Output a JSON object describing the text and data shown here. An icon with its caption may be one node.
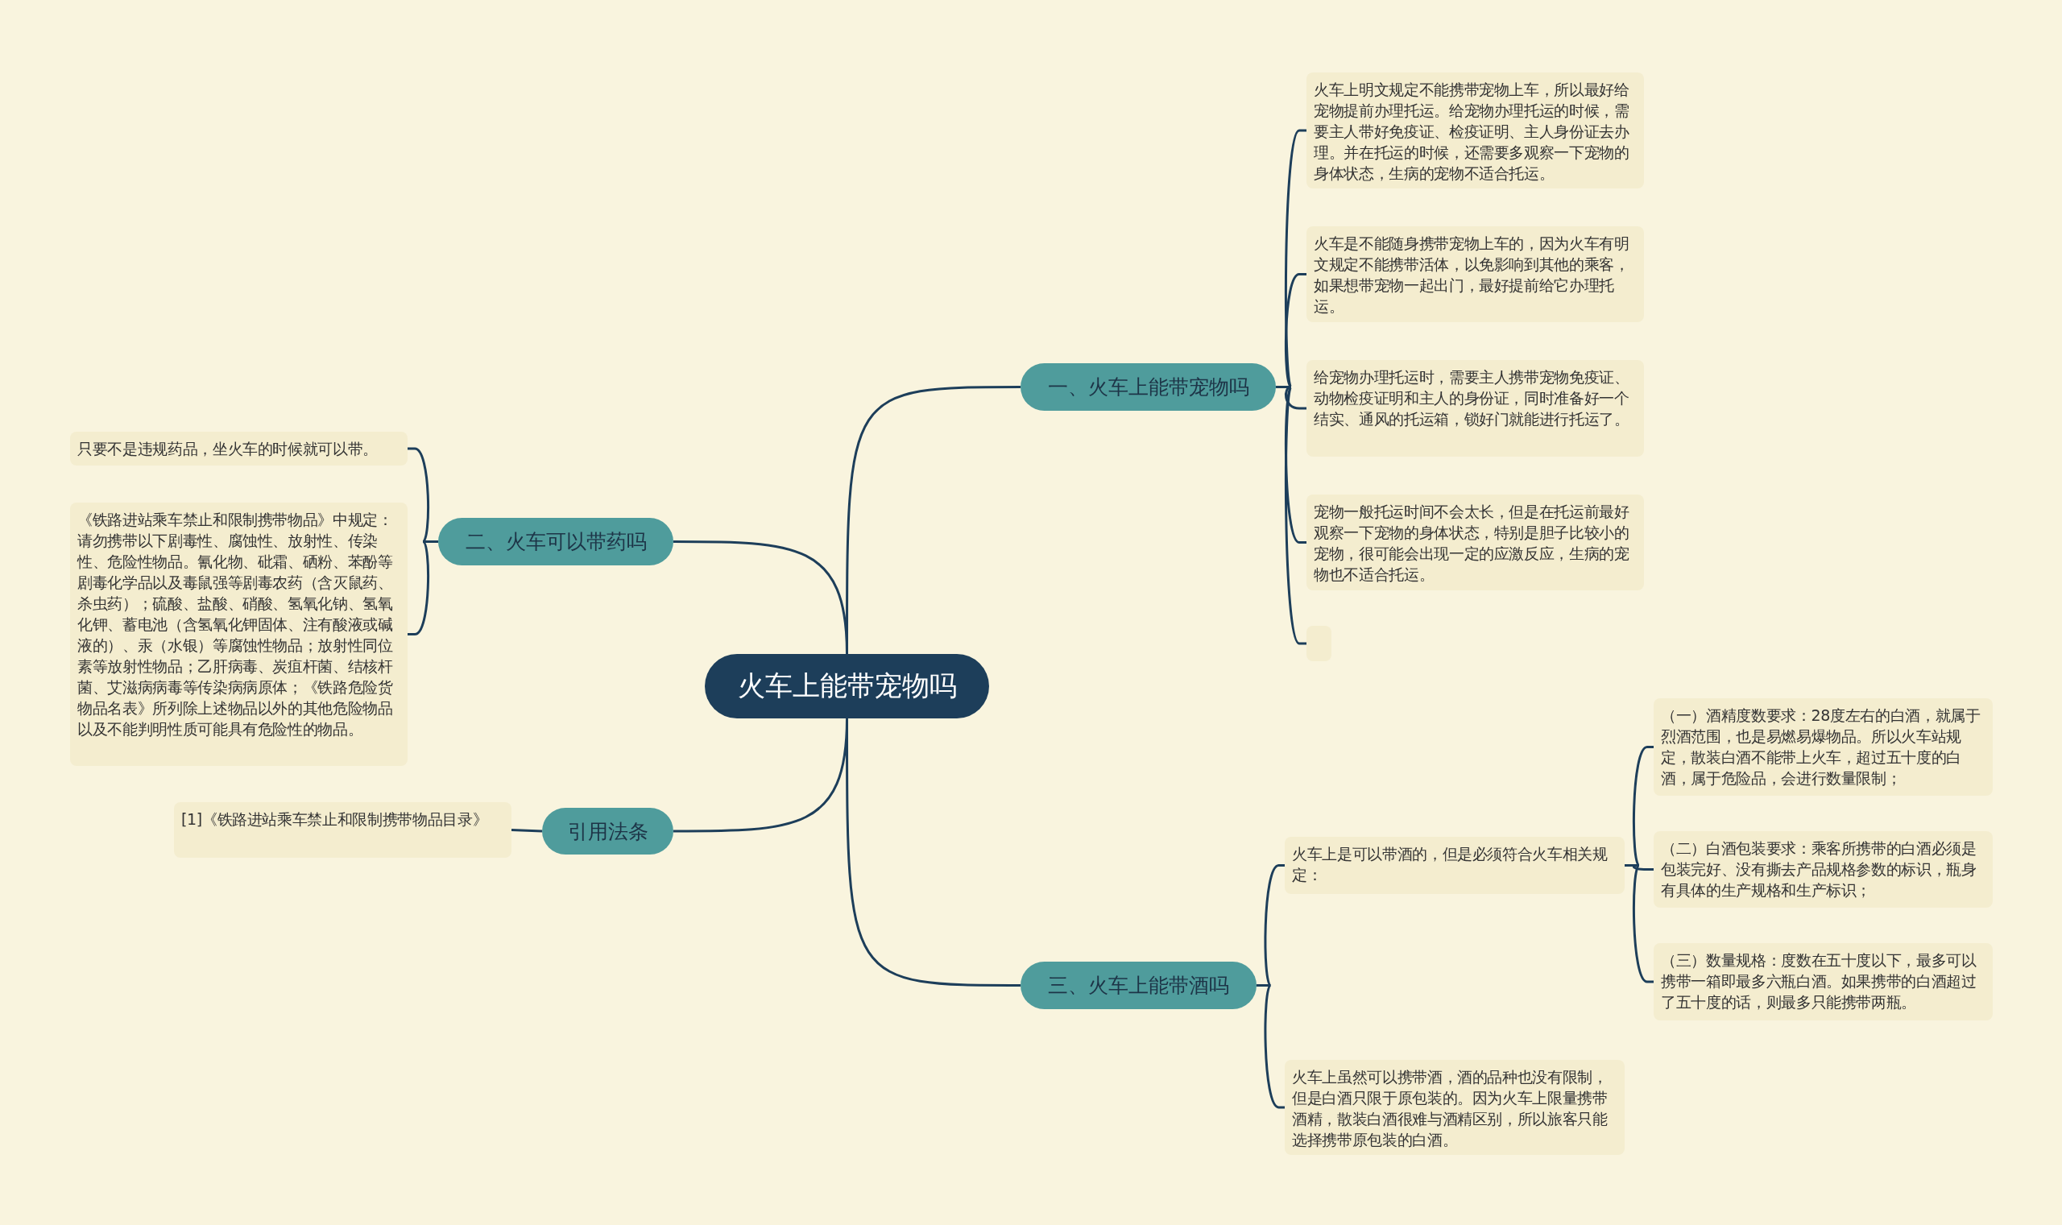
{
  "diagram": {
    "nodes": [
      {
        "text": [
          "火车上能带宠物吗"
        ]
      },
      {
        "text": [
          "一、火车上能带宠物吗"
        ]
      },
      {
        "text": [
          "火车上明文规定不能携带宠物上车，所以最好给宠物提前办理托运。给宠物办理托运的时候，需要主人带好免疫证、检疫证明、主人身份证去办理。并在托运的时候，还需要多观察一下宠物的身体状态，生病的宠物不适合托运。"
        ]
      },
      {
        "text": [
          "火车是不能随身携带宠物上车的，因为火车有明文规定不能携带活体，以免影响到其他的乘客，如果想带宠物一起出门，最好提前给它办理托运。"
        ]
      },
      {
        "text": [
          "给宠物办理托运时，需要主人携带宠物免疫证、动物检疫证明和主人的身份证，同时准备好一个结实、通风的托运箱，锁好门就能进行托运了。"
        ]
      },
      {
        "text": [
          "宠物一般托运时间不会太长，但是在托运前最好观察一下宠物的身体状态，特别是胆子比较小的宠物，很可能会出现一定的应激反应，生病的宠物也不适合托运。"
        ]
      },
      {
        "text": [],
        "shape": "box"
      },
      {
        "text": [
          "二、火车可以带药吗"
        ]
      },
      {
        "text": [
          "只要不是违规药品，坐火车的时候就可以带。"
        ]
      },
      {
        "text": [
          "《铁路进站乘车禁止和限制携带物品》中规定：请勿携带以下剧毒性、腐蚀性、放射性、传染性、危险性物品。氰化物、砒霜、硒粉、苯酚等剧毒化学品以及毒鼠强等剧毒农药（含灭鼠药、杀虫药）；硫酸、盐酸、硝酸、氢氧化钠、氢氧化钾、蓄电池（含氢氧化钾固体、注有酸液或碱液的）、汞（水银）等腐蚀性物品；放射性同位素等放射性物品；乙肝病毒、炭疽杆菌、结核杆菌、艾滋病病毒等传染病病原体；《铁路危险货物品名表》所列除上述物品以外的其他危险物品以及不能判明性质可能具有危险性的物品。"
        ]
      },
      {
        "text": [
          "引用法条"
        ]
      },
      {
        "text": [
          "[1]《铁路进站乘车禁止和限制携带物品目录》"
        ]
      },
      {
        "text": [
          "三、火车上能带酒吗"
        ]
      },
      {
        "text": [
          "火车上是可以带酒的，但是必须符合火车相关规定："
        ]
      },
      {
        "text": [
          "（一）酒精度数要求：28度左右的白酒，就属于烈酒范围，也是易燃易爆物品。所以火车站规定，散装白酒不能带上火车，超过五十度的白酒，属于危险品，会进行数量限制；"
        ]
      },
      {
        "text": [
          "（二）白酒包装要求：乘客所携带的白酒必须是包装完好、没有撕去产品规格参数的标识，瓶身有具体的生产规格和生产标识；"
        ]
      },
      {
        "text": [
          "（三）数量规格：度数在五十度以下，最多可以携带一箱即最多六瓶白酒。如果携带的白酒超过了五十度的话，则最多只能携带两瓶。"
        ]
      },
      {
        "text": [
          "火车上虽然可以携带酒，酒的品种也没有限制，但是白酒只限于原包装的。因为火车上限量携带酒精，散装白酒很难与酒精区别，所以旅客只能选择携带原包装的白酒。"
        ]
      }
    ],
    "edges": [
      {
        "from": 0,
        "to": 1,
        "arrow": "none"
      },
      {
        "from": 1,
        "to": 2,
        "arrow": "none"
      },
      {
        "from": 1,
        "to": 3,
        "arrow": "none"
      },
      {
        "from": 1,
        "to": 4,
        "arrow": "none"
      },
      {
        "from": 1,
        "to": 5,
        "arrow": "none"
      },
      {
        "from": 1,
        "to": 6,
        "arrow": "none"
      },
      {
        "from": 0,
        "to": 7,
        "arrow": "none"
      },
      {
        "from": 7,
        "to": 8,
        "arrow": "none"
      },
      {
        "from": 7,
        "to": 9,
        "arrow": "none"
      },
      {
        "from": 0,
        "to": 10,
        "arrow": "none"
      },
      {
        "from": 10,
        "to": 11,
        "arrow": "none"
      },
      {
        "from": 0,
        "to": 12,
        "arrow": "none"
      },
      {
        "from": 12,
        "to": 13,
        "arrow": "none"
      },
      {
        "from": 13,
        "to": 14,
        "arrow": "none"
      },
      {
        "from": 13,
        "to": 15,
        "arrow": "none"
      },
      {
        "from": 13,
        "to": 16,
        "arrow": "none"
      },
      {
        "from": 12,
        "to": 17,
        "arrow": "none"
      }
    ]
  }
}
